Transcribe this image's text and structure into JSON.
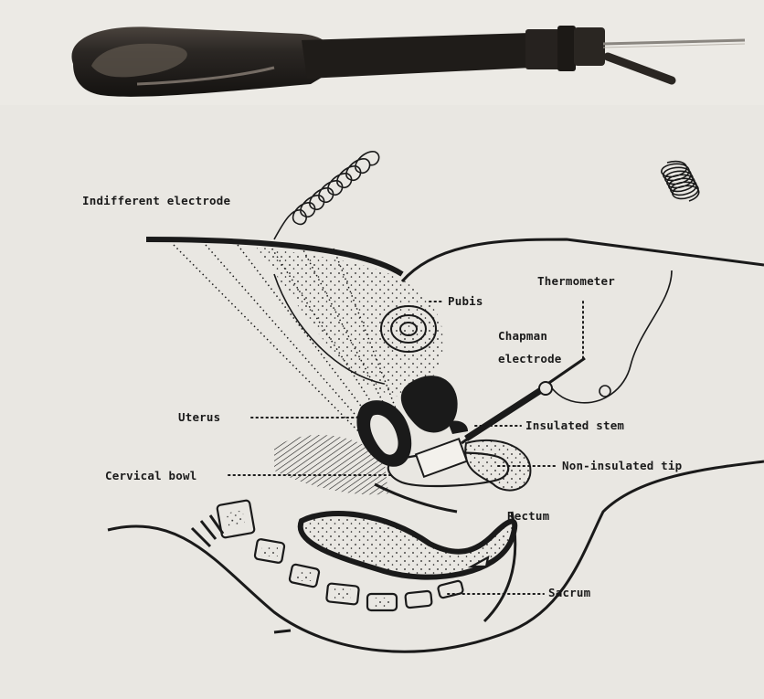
{
  "labels": {
    "indifferent_electrode": "Indifferent electrode",
    "thermometer": "Thermometer",
    "pubis": "Pubis",
    "chapman_electrode_line1": "Chapman",
    "chapman_electrode_line2": "electrode",
    "uterus": "Uterus",
    "insulated_stem": "Insulated stem",
    "cervical_bowl": "Cervical bowl",
    "non_insulated_tip": "Non-insulated tip",
    "rectum": "Rectum",
    "sacrum": "Sacrum"
  },
  "colors": {
    "background": "#e9e7e2",
    "ink": "#1a1a1a",
    "probe_handle": "#2b2724",
    "probe_highlight": "#8a7f74"
  }
}
